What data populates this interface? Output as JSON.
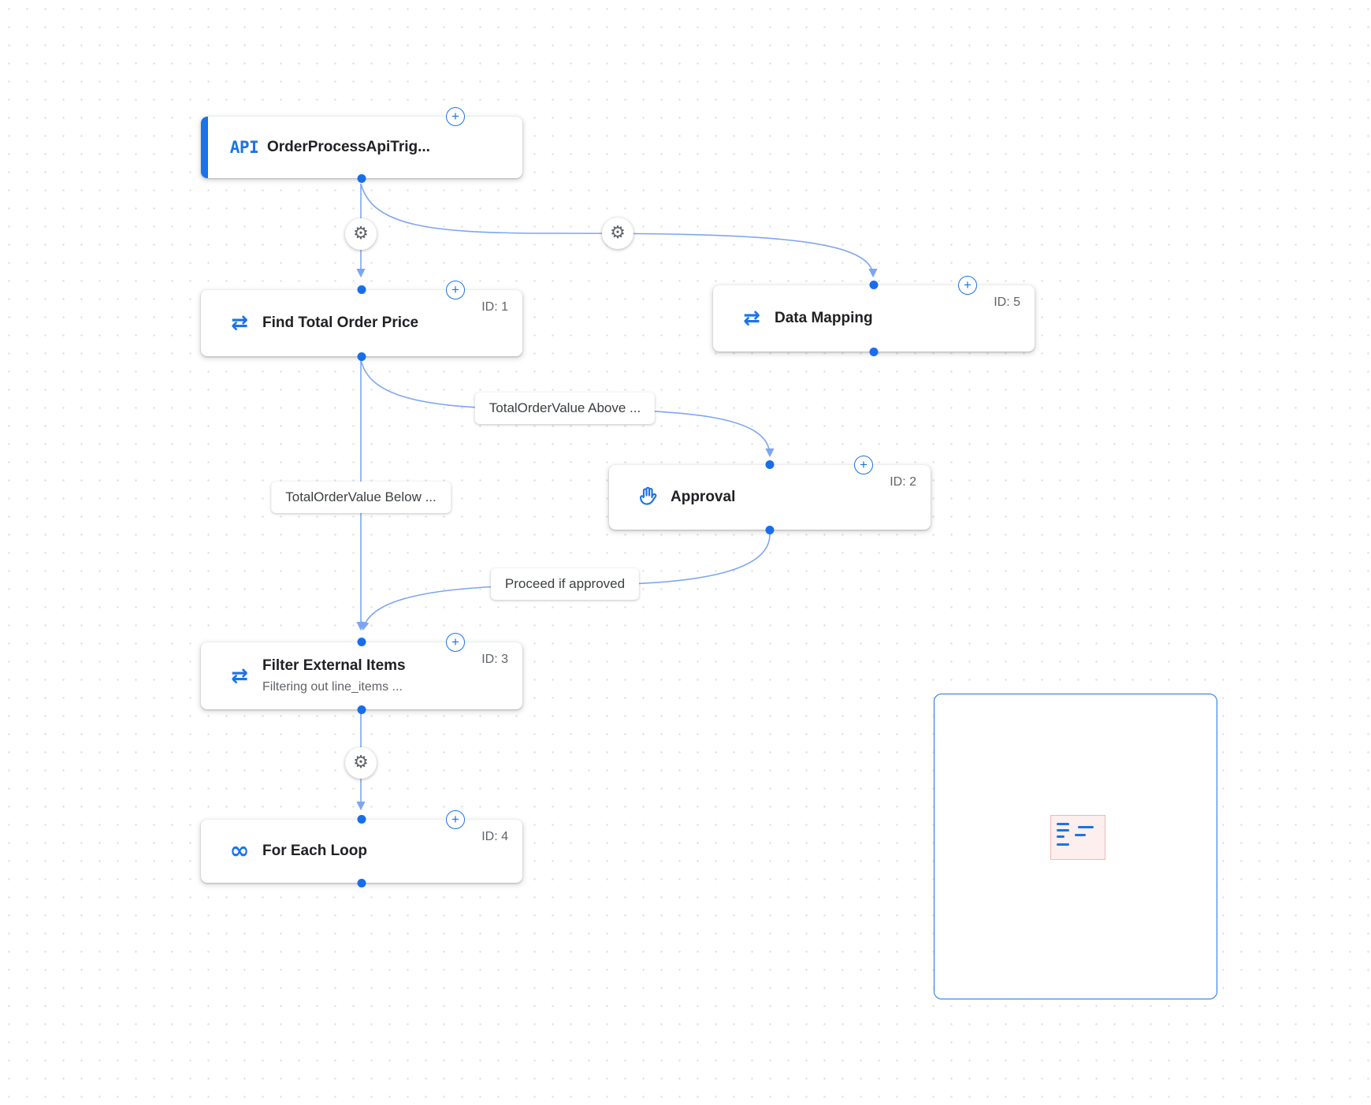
{
  "canvas": {
    "accent_color": "#1a73e8",
    "edge_color": "#7ea6f0",
    "background_color": "#ffffff",
    "port_color": "#1a6dea",
    "minimap_viewport_color": "#d93025"
  },
  "icons": {
    "api_glyph": "API",
    "mapping_glyph": "⇄",
    "loop_glyph": "∞",
    "gear_glyph": "⚙",
    "plus_glyph": "+"
  },
  "nodes": {
    "trigger": {
      "title": "OrderProcessApiTrig..."
    },
    "find_total_order_price": {
      "title": "Find Total Order Price",
      "id_label": "ID: 1"
    },
    "data_mapping": {
      "title": "Data Mapping",
      "id_label": "ID: 5"
    },
    "approval": {
      "title": "Approval",
      "id_label": "ID: 2"
    },
    "filter_external_items": {
      "title": "Filter External Items",
      "subtitle": "Filtering out line_items ...",
      "id_label": "ID: 3"
    },
    "for_each_loop": {
      "title": "For Each Loop",
      "id_label": "ID: 4"
    }
  },
  "edge_labels": {
    "total_above": "TotalOrderValue Above ...",
    "total_below": "TotalOrderValue Below ...",
    "proceed_if_approved": "Proceed if approved"
  }
}
